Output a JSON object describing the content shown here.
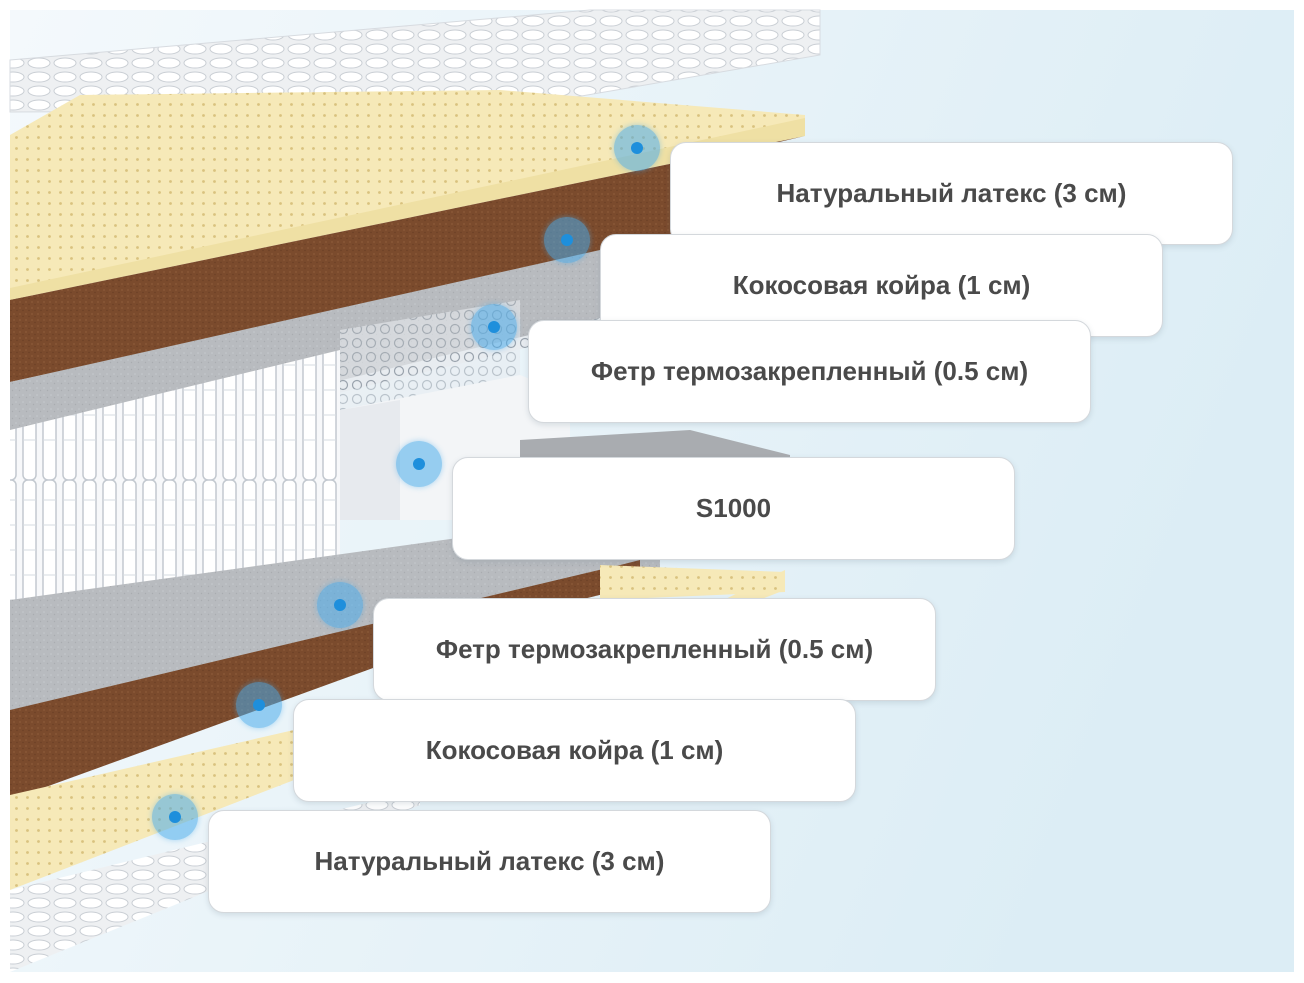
{
  "layers": [
    {
      "label": "Натуральный латекс (3 см)"
    },
    {
      "label": "Кокосовая койра (1 см)"
    },
    {
      "label": "Фетр термозакрепленный (0.5 см)"
    },
    {
      "label": "S1000"
    },
    {
      "label": "Фетр термозакрепленный (0.5 см)"
    },
    {
      "label": "Кокосовая койра (1 см)"
    },
    {
      "label": "Натуральный латекс (3 см)"
    }
  ],
  "colors": {
    "background": "#e6f2f8",
    "latex": "#f6e9b8",
    "coir": "#7a4a2c",
    "felt": "#b9bcc0",
    "springs": "#f3f5f7",
    "cover": "#e9ecef",
    "marker": "#49abeb"
  }
}
